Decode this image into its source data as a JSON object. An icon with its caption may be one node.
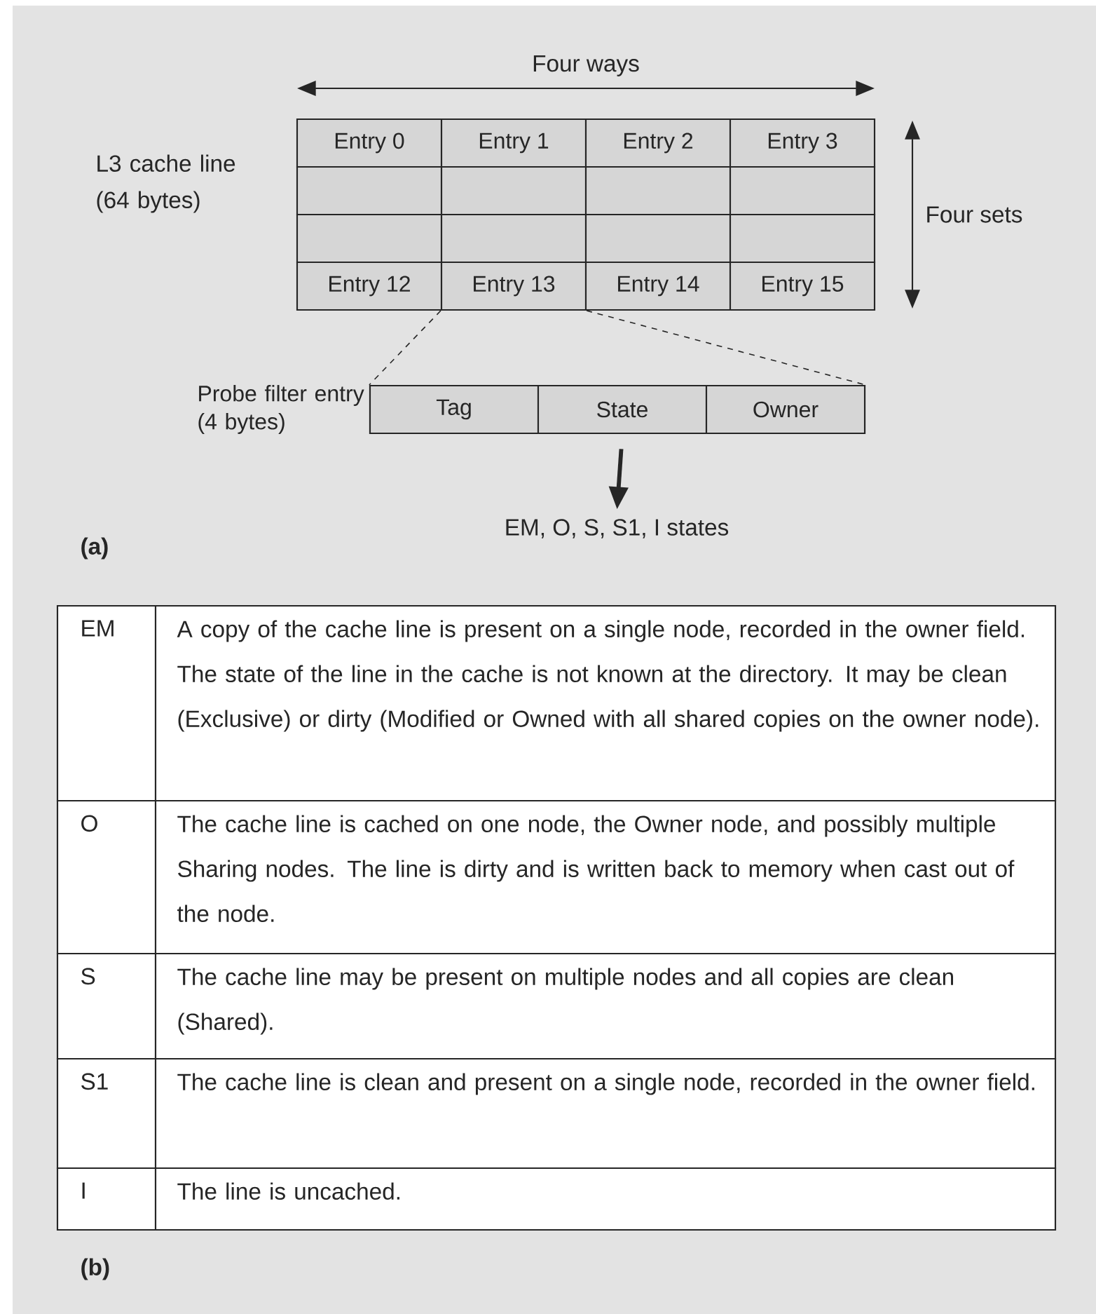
{
  "diagram": {
    "nodes": [
      {
        "text": [
          "Entry 0"
        ]
      },
      {
        "text": [
          "Entry 1"
        ]
      },
      {
        "text": [
          "Entry 2"
        ]
      },
      {
        "text": [
          "Entry 3"
        ]
      },
      {
        "text": [],
        "shape": "box"
      },
      {
        "text": [],
        "shape": "box"
      },
      {
        "text": [],
        "shape": "box"
      },
      {
        "text": [],
        "shape": "box"
      },
      {
        "text": [],
        "shape": "box"
      },
      {
        "text": [],
        "shape": "box"
      },
      {
        "text": [],
        "shape": "box"
      },
      {
        "text": [],
        "shape": "box"
      },
      {
        "text": [
          "Entry 12"
        ]
      },
      {
        "text": [
          "Entry 13"
        ]
      },
      {
        "text": [
          "Entry 14"
        ]
      },
      {
        "text": [
          "Entry 15"
        ]
      },
      {
        "text": [
          "Probe filter entry (4 bytes)"
        ]
      },
      {
        "text": [
          "Tag"
        ],
        "in": 16
      },
      {
        "text": [
          "State"
        ],
        "in": 16
      },
      {
        "text": [
          "Owner"
        ],
        "in": 16
      },
      {
        "text": [
          "EM, O, S, S1, I states"
        ]
      }
    ],
    "edges": [
      {
        "from": 13,
        "to": 16,
        "arrow": "none",
        "style": "dashed"
      },
      {
        "from": 13,
        "to": 16,
        "arrow": "none",
        "style": "dashed"
      },
      {
        "from": 18,
        "to": 20,
        "arrow": "to",
        "style": "thick"
      }
    ],
    "labels": [
      "Four ways",
      "L3 cache line (64 bytes)",
      "Four sets",
      "(a)",
      "EM",
      "A copy of the cache line is present on a single node, recorded in the owner field. The state of the line in the cache is not known at the directory. It may be clean (Exclusive) or dirty (Modified or Owned with all shared copies on the owner node).",
      "O",
      "The cache line is cached on one node, the Owner node, and possibly multiple Sharing nodes. The line is dirty and is written back to memory when cast out of the node.",
      "S",
      "The cache line may be present on multiple nodes and all copies are clean (Shared).",
      "S1",
      "The cache line is clean and present on a single node, recorded in the owner field.",
      "I",
      "The line is uncached.",
      "(b)"
    ]
  }
}
